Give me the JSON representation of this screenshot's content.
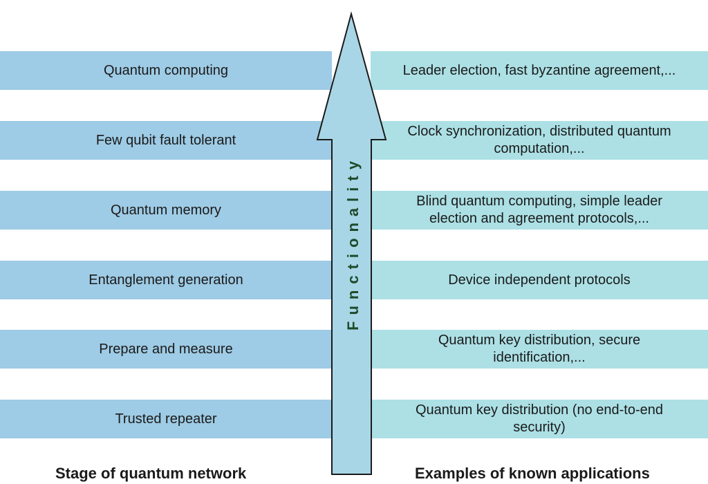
{
  "colors": {
    "left_band": "#9ecbe5",
    "right_band": "#ace0e5",
    "arrow_fill": "#a9d6e6",
    "arrow_stroke": "#1a1a1a",
    "arrow_text": "#1e4a2a"
  },
  "arrow_label": "Functionality",
  "rows": [
    {
      "stage": "Quantum computing",
      "applications": "Leader election, fast byzantine agreement,..."
    },
    {
      "stage": "Few qubit fault tolerant",
      "applications": "Clock synchronization, distributed quantum computation,..."
    },
    {
      "stage": "Quantum memory",
      "applications": "Blind quantum computing, simple leader election and agreement protocols,..."
    },
    {
      "stage": "Entanglement generation",
      "applications": "Device independent protocols"
    },
    {
      "stage": "Prepare and measure",
      "applications": "Quantum key distribution, secure identification,..."
    },
    {
      "stage": "Trusted repeater",
      "applications": "Quantum key distribution (no end-to-end security)"
    }
  ],
  "footer": {
    "left": "Stage of quantum network",
    "right": "Examples of known applications"
  }
}
